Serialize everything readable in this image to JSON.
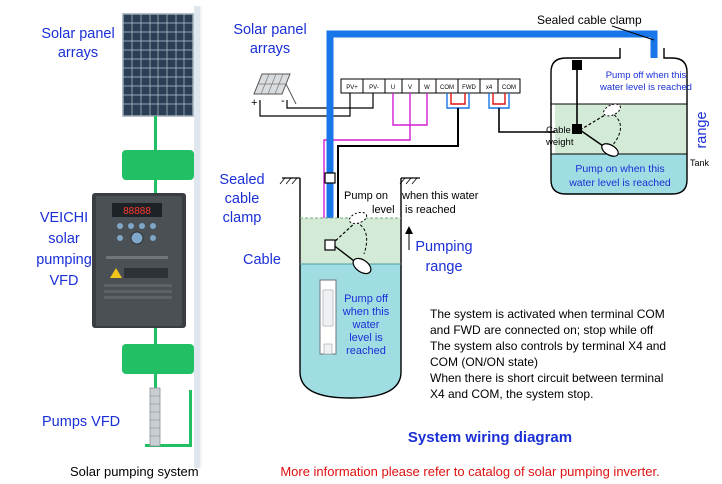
{
  "colors": {
    "blue_text": "#1a2fd6",
    "red_text": "#e01010",
    "green_strip": "#22c064",
    "pipe_blue": "#1877e8",
    "water": "#9fdde3",
    "range_green": "#d3ead6",
    "magenta_wire": "#d21ed2"
  },
  "left_column": {
    "solar_panel_arrays": [
      "Solar panel",
      "arrays"
    ],
    "vfd_label": [
      "VEICHI",
      "solar",
      "pumping",
      "VFD"
    ],
    "pumps_vfd": "Pumps VFD",
    "caption": "Solar pumping system",
    "vfd_display": "88888"
  },
  "diagram": {
    "solar_panel_arrays": [
      "Solar panel",
      "arrays"
    ],
    "plus_sign": "+",
    "minus_sign": "-",
    "terminals": [
      "PV+",
      "PV-",
      "U",
      "V",
      "W",
      "COM",
      "FWD",
      "x4",
      "COM"
    ],
    "sealed_cable_clamp_top": "Sealed cable clamp",
    "sealed_cable_clamp_left": [
      "Sealed",
      "cable",
      "clamp"
    ],
    "cable": "Cable",
    "pump_on_level": [
      "Pump on",
      "level"
    ],
    "when_water_reached": [
      "when this water",
      "is reached"
    ],
    "pumping_range": [
      "Pumping",
      "range"
    ],
    "pump_off_well": [
      "Pump off",
      "when this",
      "water",
      "level is",
      "reached"
    ],
    "tank_pump_off": [
      "Pump off when this",
      "water level is reached"
    ],
    "tank_pump_on": [
      "Pump on when this",
      "water level is reached"
    ],
    "cable_weight": [
      "Cable",
      "weight"
    ],
    "range_label": "range",
    "tank_label": "Tank",
    "notes": [
      "The system is activated when terminal COM",
      "and FWD are connected on; stop while off",
      "The system also controls by terminal X4 and",
      "COM (ON/ON state)",
      "When there is short circuit between terminal",
      "X4 and COM, the system stop."
    ],
    "title": "System wiring diagram",
    "more_info": "More information please refer to catalog of solar pumping inverter."
  }
}
